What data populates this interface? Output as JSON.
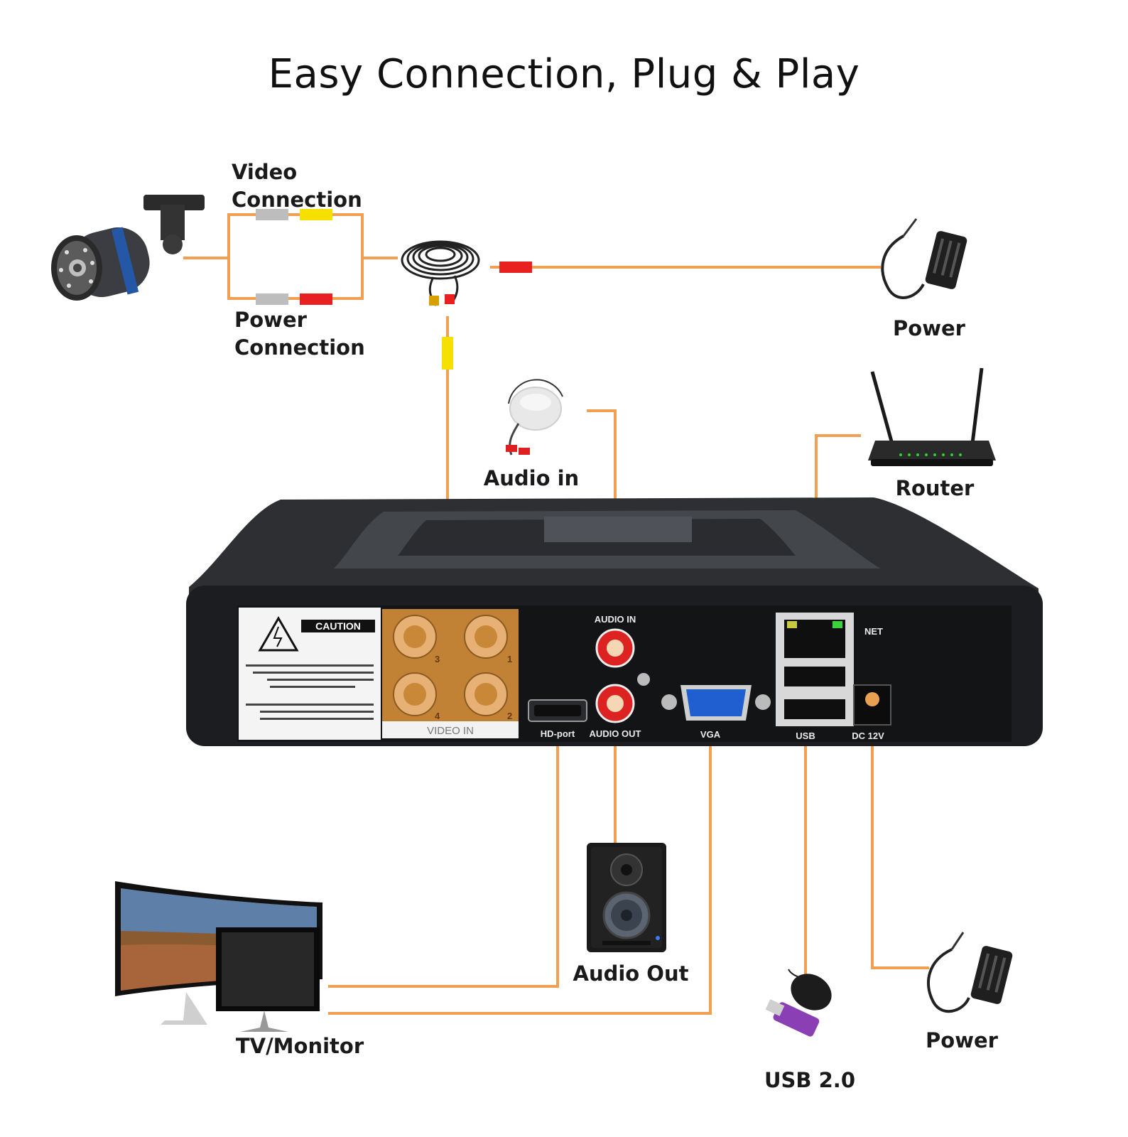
{
  "title": "Easy Connection, Plug & Play",
  "labels": {
    "video_connection_1": "Video",
    "video_connection_2": "Connection",
    "power_connection_1": "Power",
    "power_connection_2": "Connection",
    "power_top": "Power",
    "audio_in": "Audio in",
    "router": "Router",
    "audio_out": "Audio Out",
    "tv_monitor": "TV/Monitor",
    "usb": "USB 2.0",
    "power_bottom": "Power"
  },
  "dvr_panel": {
    "caution": "CAUTION",
    "video_in": "VIDEO IN",
    "audio_in": "AUDIO IN",
    "audio_out": "AUDIO OUT",
    "hd_port": "HD-port",
    "vga": "VGA",
    "net": "NET",
    "usb": "USB",
    "dc": "DC 12V",
    "channels": [
      "3",
      "1",
      "4",
      "2"
    ]
  },
  "colors": {
    "wire": "#f0a050",
    "video_plug": "#f5e000",
    "power_plug": "#e82020",
    "device_body": "#2a2c30"
  },
  "icons": [
    "camera-icon",
    "cable-icon",
    "power-adapter-icon",
    "microphone-icon",
    "router-icon",
    "speaker-icon",
    "monitor-icon",
    "mouse-icon",
    "usb-drive-icon",
    "dvr-icon"
  ]
}
